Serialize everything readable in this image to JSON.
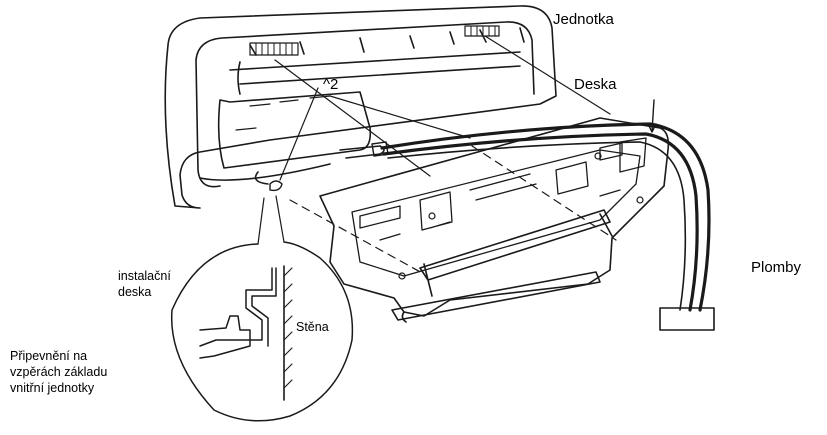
{
  "labels": {
    "unit": "Jednotka",
    "board": "Deska",
    "ref": "^2",
    "seals": "Plomby",
    "install_board_line1": "instalační",
    "install_board_line2": "deska",
    "wall": "Stěna",
    "note_line1": "Připevnění na",
    "note_line2": "vzpěrách základu",
    "note_line3": "vnitřní jednotky"
  },
  "colors": {
    "ink": "#1a1a1a",
    "paper": "#ffffff"
  }
}
